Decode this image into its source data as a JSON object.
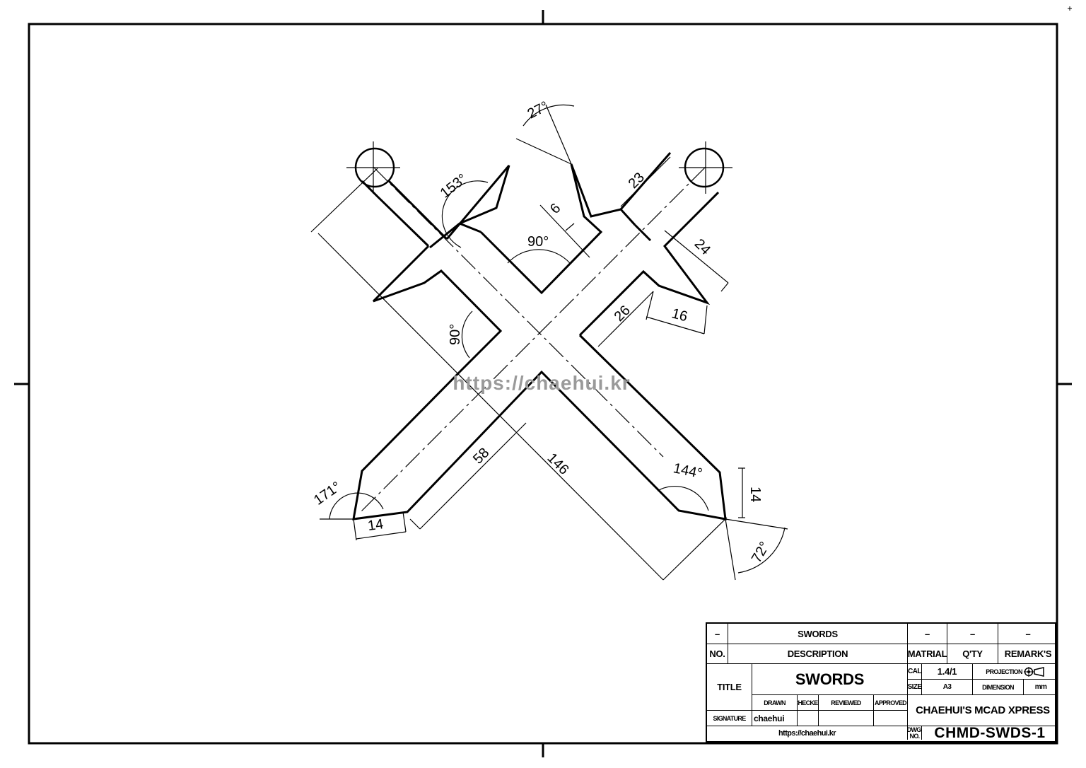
{
  "watermark": "https://chaehui.kr",
  "dimensions": {
    "d27": "27°",
    "d153": "153°",
    "d23": "23",
    "d6": "6",
    "d90_top": "90°",
    "d24": "24",
    "d26": "26",
    "d16": "16",
    "d90_left": "90°",
    "d58": "58",
    "d146": "146",
    "d144": "144°",
    "d14_right": "14",
    "d171": "171°",
    "d14_bottom": "14",
    "d72": "72°"
  },
  "title_block": {
    "row1": {
      "no": "–",
      "description": "SWORDS",
      "material": "–",
      "qty": "–",
      "remarks": "–"
    },
    "header": {
      "no": "NO.",
      "description": "DESCRIPTION",
      "material": "MATRIAL",
      "qty": "Q'TY",
      "remarks": "REMARK'S"
    },
    "title_label": "TITLE",
    "title_value": "SWORDS",
    "scale_label": "SCALE",
    "scale_value": "1.4/1",
    "projection_label": "PROJECTION",
    "size_label": "SIZE",
    "size_value": "A3",
    "dimension_label": "DIMENSION",
    "dimension_value": "mm",
    "drawn_label": "DRAWN",
    "checked_label": "CHECKED",
    "reviewed_label": "REVIEWED",
    "approved_label": "APPROVED",
    "company": "CHAEHUI'S MCAD XPRESS",
    "signature_label": "SIGNATURE",
    "signature_value": "chaehui",
    "url": "https://chaehui.kr",
    "dwg_no_label": "DWG. NO.",
    "dwg_no_value": "CHMD-SWDS-1"
  }
}
